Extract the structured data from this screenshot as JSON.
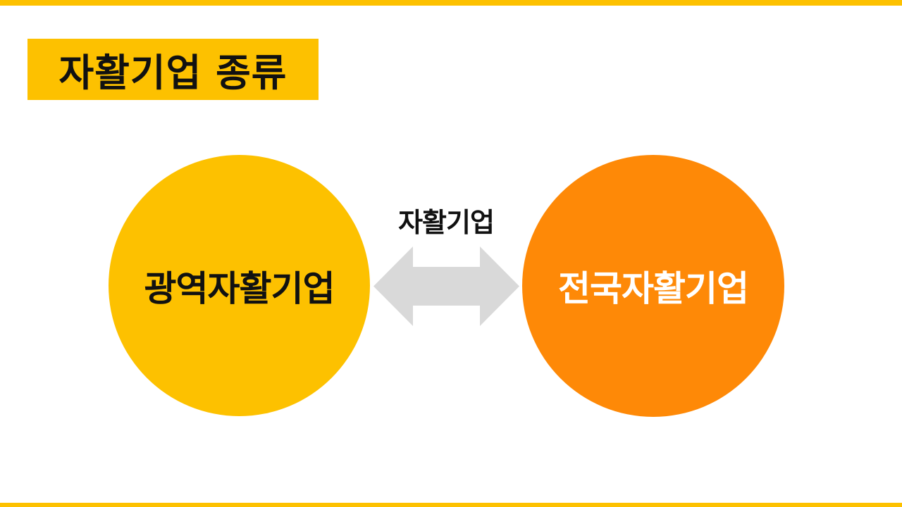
{
  "title": "자활기업 종류",
  "left_circle": {
    "label": "광역자활기업"
  },
  "right_circle": {
    "label": "전국자활기업"
  },
  "arrow": {
    "label": "자활기업"
  },
  "colors": {
    "accent_yellow": "#FDC100",
    "circle_left": "#FDC100",
    "circle_right": "#FE8907",
    "arrow": "#D9D9D9",
    "text_dark": "#111111",
    "text_light": "#FFFFFF"
  }
}
